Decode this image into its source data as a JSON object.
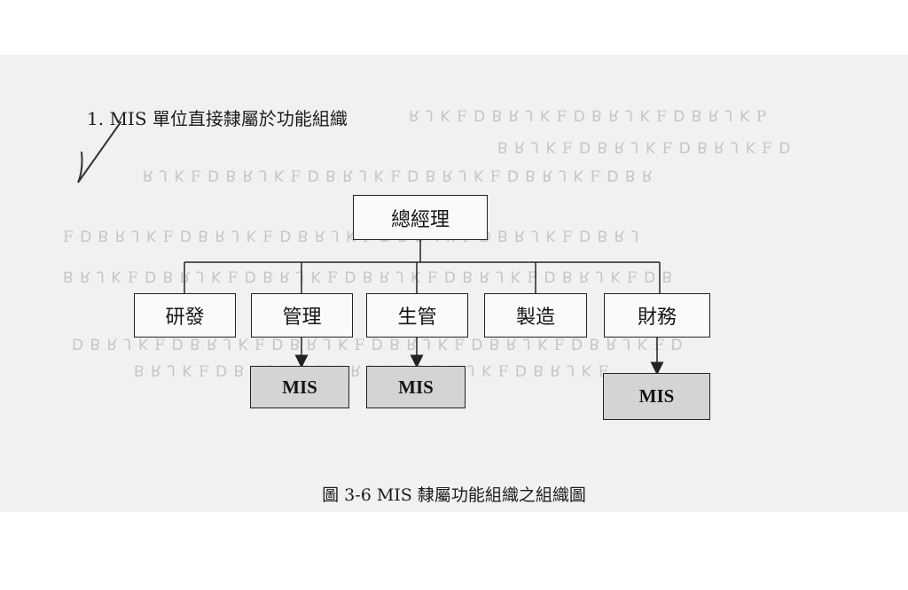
{
  "heading": "1. MIS 單位直接隸屬於功能組織",
  "chart": {
    "root": "總經理",
    "departments": [
      "研發",
      "管理",
      "生管",
      "製造",
      "財務"
    ],
    "mis_label": "MIS"
  },
  "caption": "圖 3-6  MIS 隸屬功能組織之組織圖",
  "colors": {
    "line": "#222222",
    "mis_fill": "#d4d4d4",
    "paper": "#f1f1f1"
  }
}
